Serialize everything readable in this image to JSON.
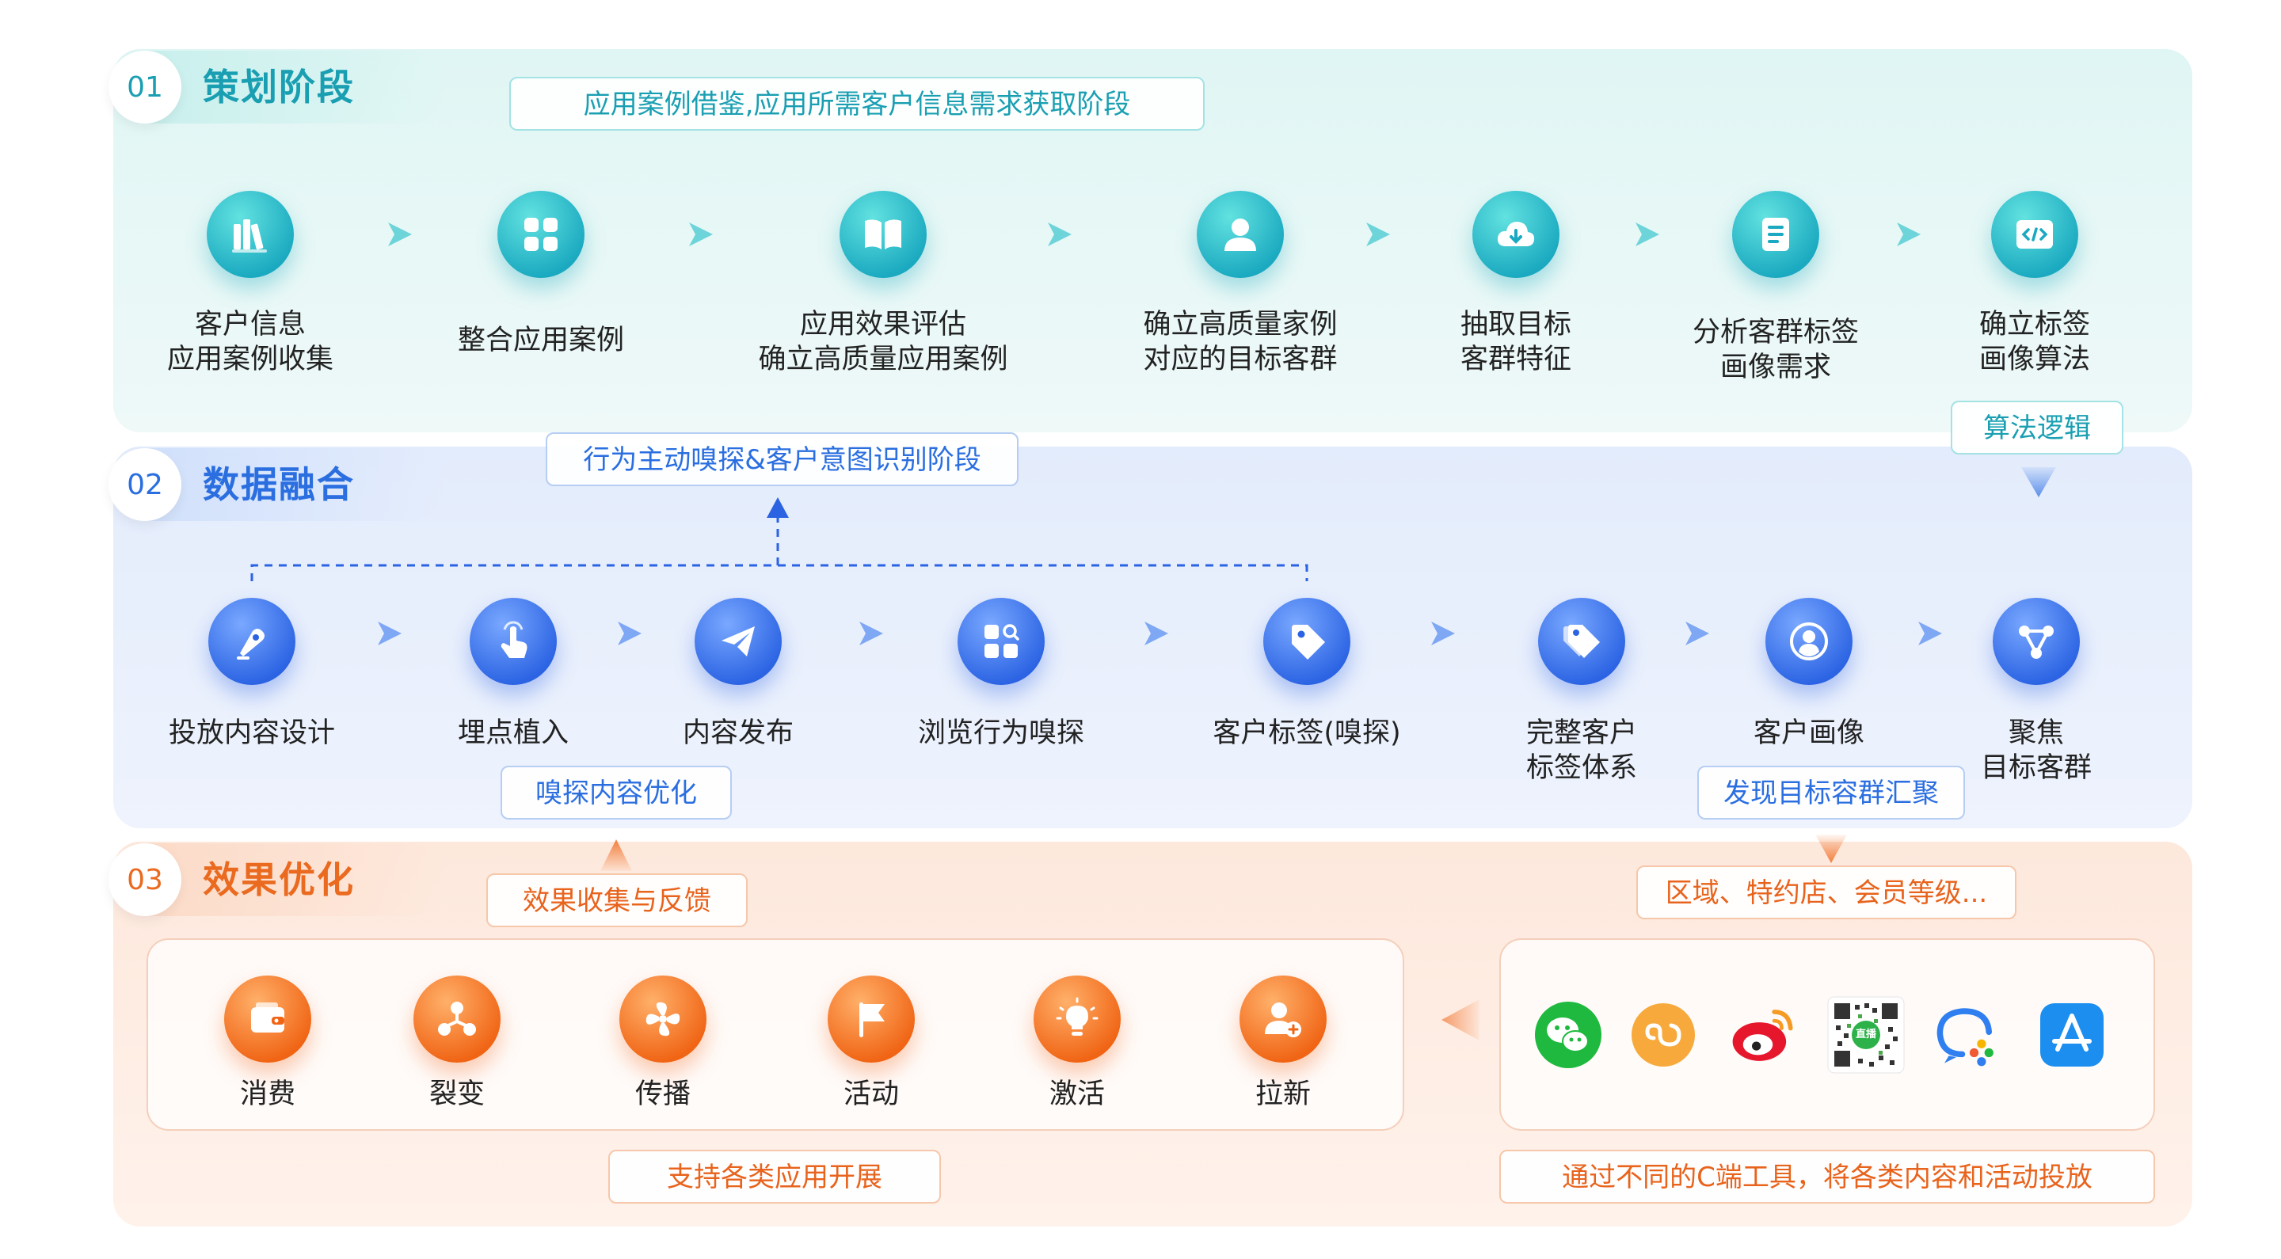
{
  "sections": [
    {
      "num": "01",
      "title": "策划阶段",
      "color": "#1a9fb2"
    },
    {
      "num": "02",
      "title": "数据融合",
      "color": "#2a6ee0"
    },
    {
      "num": "03",
      "title": "效果优化",
      "color": "#ea6a1f"
    }
  ],
  "tags": {
    "stage1_desc": "应用案例借鉴,应用所需客户信息需求获取阶段",
    "algorithm": "算法逻辑",
    "stage2_desc": "行为主动嗅探&客户意图识别阶段",
    "sniff_optimize": "嗅探内容优化",
    "find_target": "发现目标容群汇聚",
    "feedback": "效果收集与反馈",
    "region": "区域、特约店、会员等级...",
    "support": "支持各类应用开展",
    "c_tools": "通过不同的C端工具，将各类内容和活动投放"
  },
  "stage1_steps": [
    {
      "lines": [
        "客户信息",
        "应用案例收集"
      ],
      "icon": "books-icon"
    },
    {
      "lines": [
        "整合应用案例"
      ],
      "icon": "grid-icon"
    },
    {
      "lines": [
        "应用效果评估",
        "确立高质量应用案例"
      ],
      "icon": "book-icon"
    },
    {
      "lines": [
        "确立高质量家例",
        "对应的目标客群"
      ],
      "icon": "person-icon"
    },
    {
      "lines": [
        "抽取目标",
        "客群特征"
      ],
      "icon": "cloud-download-icon"
    },
    {
      "lines": [
        "分析客群标签",
        "画像需求"
      ],
      "icon": "list-icon"
    },
    {
      "lines": [
        "确立标签",
        "画像算法"
      ],
      "icon": "code-icon"
    }
  ],
  "stage2_steps": [
    {
      "lines": [
        "投放内容设计"
      ],
      "icon": "pen-icon"
    },
    {
      "lines": [
        "埋点植入"
      ],
      "icon": "tap-icon"
    },
    {
      "lines": [
        "内容发布"
      ],
      "icon": "send-icon"
    },
    {
      "lines": [
        "浏览行为嗅探"
      ],
      "icon": "apps-search-icon"
    },
    {
      "lines": [
        "客户标签(嗅探)"
      ],
      "icon": "tag-icon"
    },
    {
      "lines": [
        "完整客户",
        "标签体系"
      ],
      "icon": "tags-icon"
    },
    {
      "lines": [
        "客户画像"
      ],
      "icon": "profile-icon"
    },
    {
      "lines": [
        "聚焦",
        "目标客群"
      ],
      "icon": "network-icon"
    }
  ],
  "stage3_steps": [
    {
      "label": "消费",
      "icon": "wallet-icon"
    },
    {
      "label": "裂变",
      "icon": "fission-icon"
    },
    {
      "label": "传播",
      "icon": "fan-icon"
    },
    {
      "label": "活动",
      "icon": "flag-icon"
    },
    {
      "label": "激活",
      "icon": "bulb-icon"
    },
    {
      "label": "拉新",
      "icon": "add-user-icon"
    }
  ],
  "tools": [
    {
      "name": "wechat-icon"
    },
    {
      "name": "mini-program-icon"
    },
    {
      "name": "weibo-icon"
    },
    {
      "name": "qr-code-icon",
      "text": "直播"
    },
    {
      "name": "enterprise-wechat-icon"
    },
    {
      "name": "app-store-icon"
    }
  ],
  "colors": {
    "teal": "#1aa9c0",
    "blue": "#2b63e3",
    "orange": "#f06414"
  }
}
